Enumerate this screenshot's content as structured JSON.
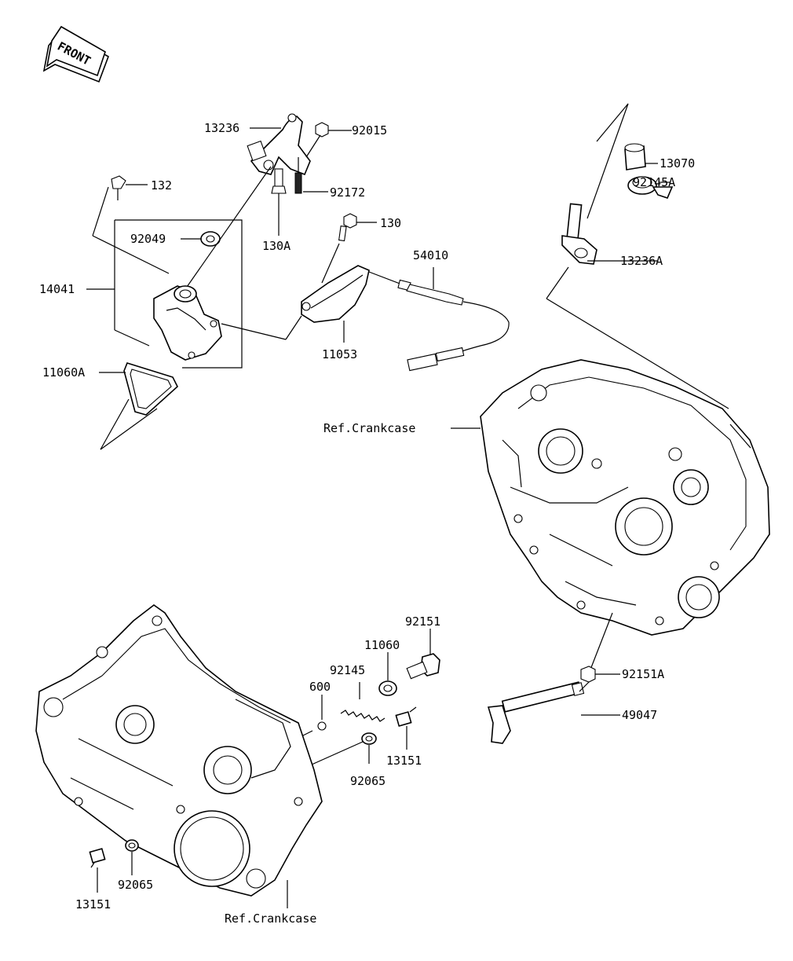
{
  "front_arrow_label": "FRONT",
  "callouts": [
    {
      "id": "c13236",
      "label": "13236"
    },
    {
      "id": "c92015",
      "label": "92015"
    },
    {
      "id": "c132",
      "label": "132"
    },
    {
      "id": "c92172",
      "label": "92172"
    },
    {
      "id": "c130A",
      "label": "130A"
    },
    {
      "id": "c92049",
      "label": "92049"
    },
    {
      "id": "c130",
      "label": "130"
    },
    {
      "id": "c54010",
      "label": "54010"
    },
    {
      "id": "c14041",
      "label": "14041"
    },
    {
      "id": "c11053",
      "label": "11053"
    },
    {
      "id": "c11060A",
      "label": "11060A"
    },
    {
      "id": "c13070",
      "label": "13070"
    },
    {
      "id": "c92145A",
      "label": "92145A"
    },
    {
      "id": "c13236A",
      "label": "13236A"
    },
    {
      "id": "cRefTop",
      "label": "Ref.Crankcase"
    },
    {
      "id": "c92151",
      "label": "92151"
    },
    {
      "id": "c11060",
      "label": "11060"
    },
    {
      "id": "c92145",
      "label": "92145"
    },
    {
      "id": "c600",
      "label": "600"
    },
    {
      "id": "c92151A",
      "label": "92151A"
    },
    {
      "id": "c49047",
      "label": "49047"
    },
    {
      "id": "c13151a",
      "label": "13151"
    },
    {
      "id": "c92065a",
      "label": "92065"
    },
    {
      "id": "c92065b",
      "label": "92065"
    },
    {
      "id": "c13151b",
      "label": "13151"
    },
    {
      "id": "cRefBottom",
      "label": "Ref.Crankcase"
    }
  ]
}
